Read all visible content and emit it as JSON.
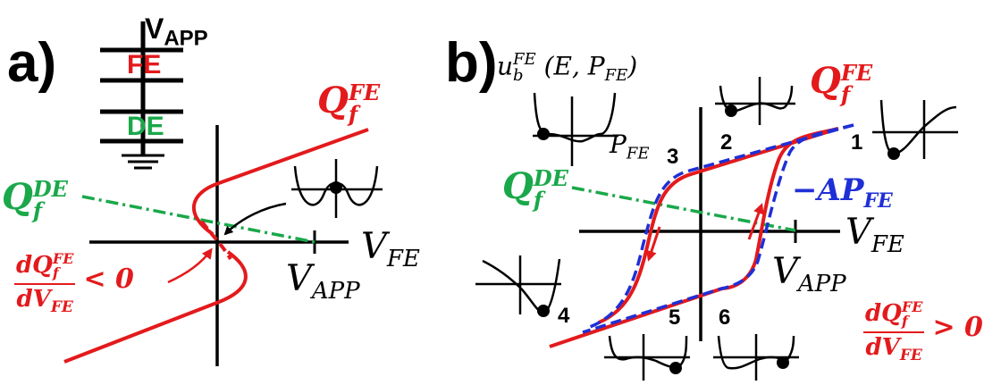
{
  "panel_a": {
    "label": "a)",
    "stack": {
      "top_label": "V",
      "top_sub": "APP",
      "fe_label": "FE",
      "de_label": "DE"
    },
    "q_f_fe": {
      "base": "Q",
      "sub": "f",
      "sup": "FE"
    },
    "q_f_de": {
      "base": "Q",
      "sub": "f",
      "sup": "DE"
    },
    "v_fe": {
      "base": "V",
      "sub": "FE"
    },
    "v_app": {
      "base": "V",
      "sub": "APP"
    },
    "slope": {
      "num": "dQ",
      "num_sub": "f",
      "num_sup": "FE",
      "den": "dV",
      "den_sub": "FE",
      "rel": "< 0"
    }
  },
  "panel_b": {
    "label": "b)",
    "energy": {
      "base": "u",
      "sub": "b",
      "sup": "FE",
      "args": "(E, P",
      "args_sub": "FE",
      "args_close": ")"
    },
    "p_fe": {
      "base": "P",
      "sub": "FE"
    },
    "q_f_fe": {
      "base": "Q",
      "sub": "f",
      "sup": "FE"
    },
    "q_f_de": {
      "base": "Q",
      "sub": "f",
      "sup": "DE"
    },
    "neg_ap": {
      "base": "−AP",
      "sub": "FE"
    },
    "v_fe": {
      "base": "V",
      "sub": "FE"
    },
    "v_app": {
      "base": "V",
      "sub": "APP"
    },
    "points": [
      "1",
      "2",
      "3",
      "4",
      "5",
      "6"
    ],
    "slope": {
      "num": "dQ",
      "num_sub": "f",
      "num_sup": "FE",
      "den": "dV",
      "den_sub": "FE",
      "rel": "> 0"
    }
  },
  "colors": {
    "fe": "#e31a1c",
    "de": "#1aa84a",
    "ap": "#1f2fd6",
    "axis": "#000000"
  }
}
